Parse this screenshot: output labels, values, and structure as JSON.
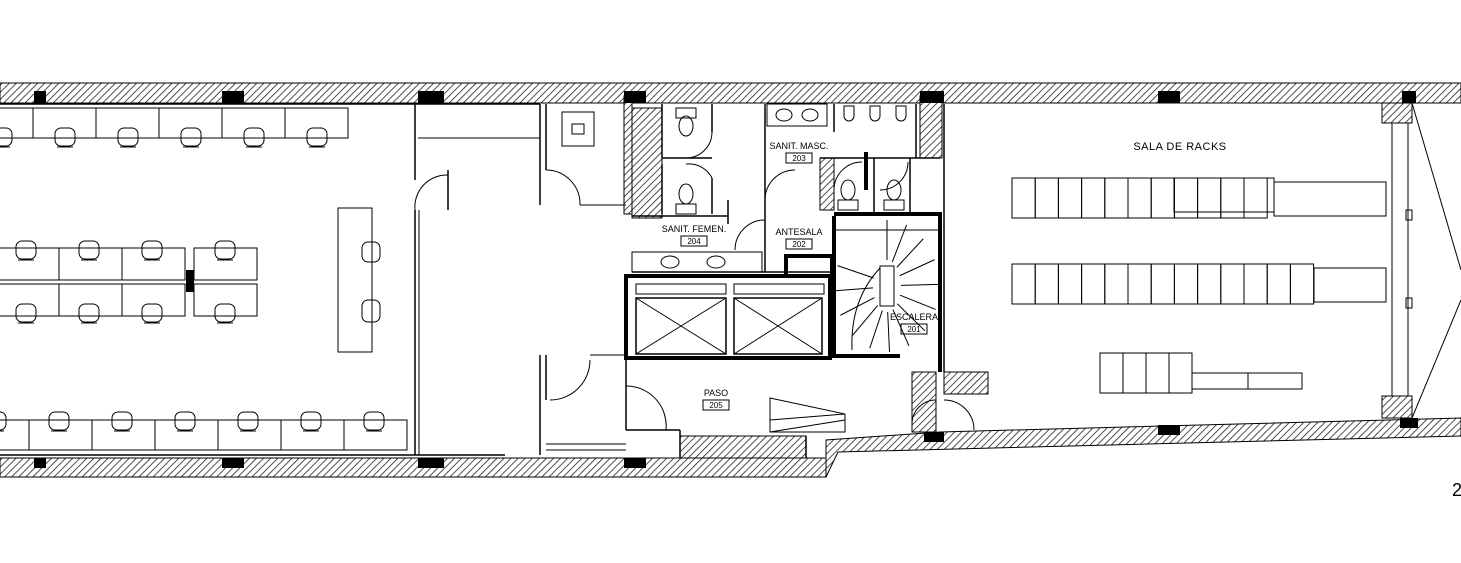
{
  "rooms": {
    "racks": {
      "name": "SALA DE RACKS"
    },
    "sanit_masc": {
      "name": "SANIT. MASC.",
      "number": "203"
    },
    "sanit_femen": {
      "name": "SANIT. FEMEN.",
      "number": "204"
    },
    "antesala": {
      "name": "ANTESALA",
      "number": "202"
    },
    "escalera": {
      "name": "ESCALERA",
      "number": "201"
    },
    "paso": {
      "name": "PASO",
      "number": "205"
    }
  },
  "edge_marker": "2"
}
